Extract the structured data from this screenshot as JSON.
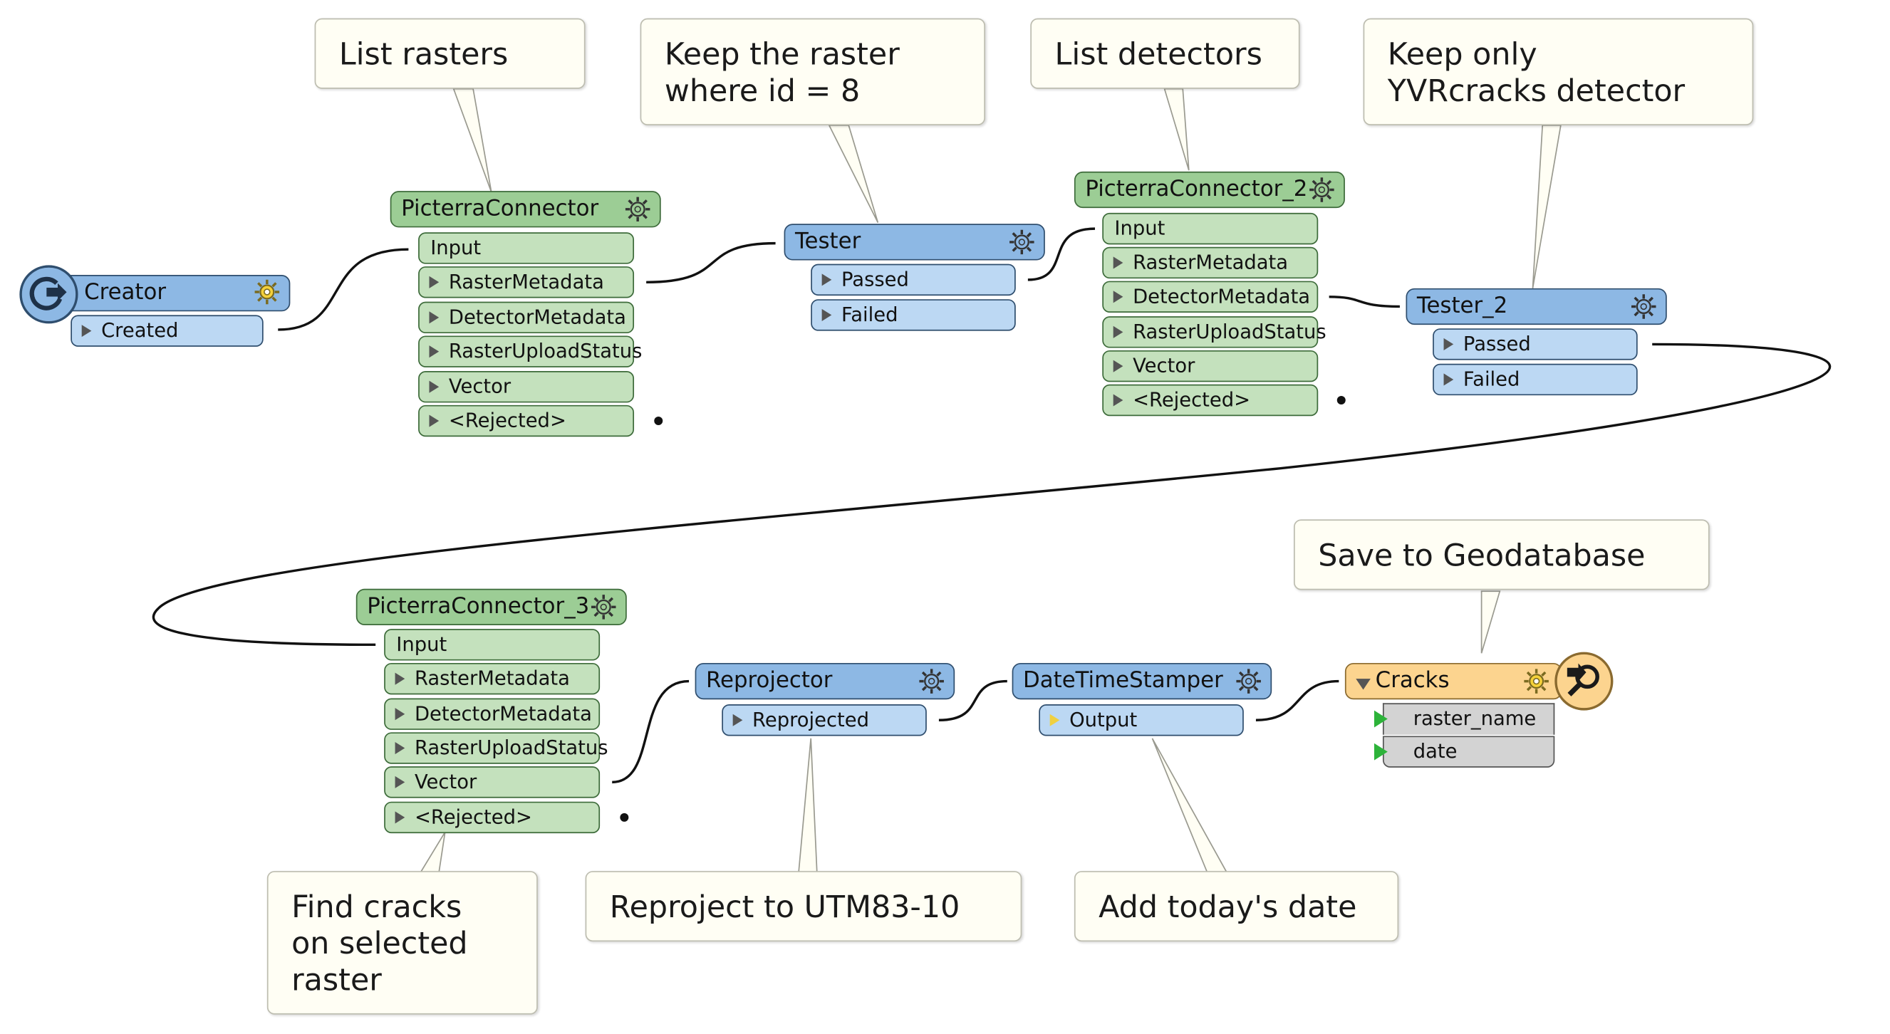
{
  "annotations": {
    "list_rasters": "List rasters",
    "keep_raster_line1": "Keep the raster",
    "keep_raster_line2": "where id = 8",
    "list_detectors": "List detectors",
    "keep_detector_line1": "Keep only",
    "keep_detector_line2": "YVRcracks detector",
    "save_gdb": "Save to Geodatabase",
    "find_cracks_line1": "Find cracks",
    "find_cracks_line2": "on selected",
    "find_cracks_line3": "raster",
    "reproject_note": "Reproject to UTM83-10",
    "add_date_note": "Add today's date"
  },
  "creator": {
    "title": "Creator",
    "ports": [
      "Created"
    ]
  },
  "picterra1": {
    "title": "PicterraConnector",
    "input": "Input",
    "ports": [
      "RasterMetadata",
      "DetectorMetadata",
      "RasterUploadStatus",
      "Vector",
      "<Rejected>"
    ]
  },
  "tester1": {
    "title": "Tester",
    "ports": [
      "Passed",
      "Failed"
    ]
  },
  "picterra2": {
    "title": "PicterraConnector_2",
    "input": "Input",
    "ports": [
      "RasterMetadata",
      "DetectorMetadata",
      "RasterUploadStatus",
      "Vector",
      "<Rejected>"
    ]
  },
  "tester2": {
    "title": "Tester_2",
    "ports": [
      "Passed",
      "Failed"
    ]
  },
  "picterra3": {
    "title": "PicterraConnector_3",
    "input": "Input",
    "ports": [
      "RasterMetadata",
      "DetectorMetadata",
      "RasterUploadStatus",
      "Vector",
      "<Rejected>"
    ]
  },
  "reprojector": {
    "title": "Reprojector",
    "ports": [
      "Reprojected"
    ]
  },
  "datetimestamper": {
    "title": "DateTimeStamper",
    "ports": [
      "Output"
    ]
  },
  "writer": {
    "title": "Cracks",
    "attributes": [
      "raster_name",
      "date"
    ]
  },
  "colors": {
    "transformer_green": "#9ccd95",
    "transformer_blue": "#8db8e4",
    "writer_orange": "#fcd48f",
    "port_green": "#c4e1bd",
    "port_blue": "#bcd8f3",
    "attr_gray": "#d3d3d3",
    "note_bg": "#fffef4"
  },
  "icons": {
    "gear": "gear-icon",
    "creator": "creator-icon",
    "writer": "writer-inspector-icon"
  }
}
